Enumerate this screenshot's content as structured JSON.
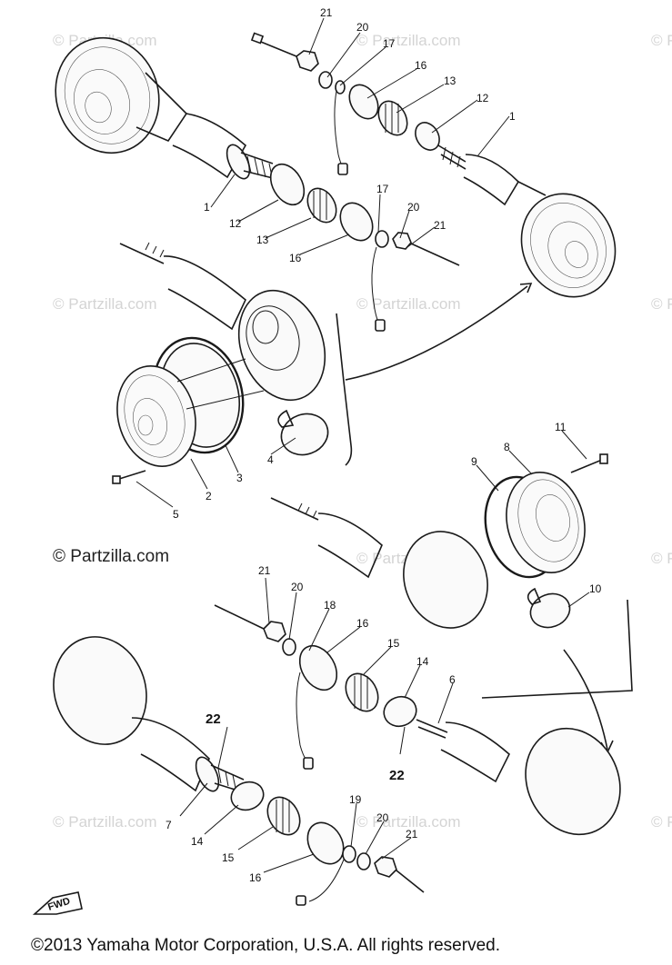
{
  "watermarks": [
    "© Partzilla.com"
  ],
  "watermark_main": "© Partzilla.com",
  "copyright": "©2013  Yamaha Motor Corporation, U.S.A. All rights reserved.",
  "fwd_label": "FWD",
  "callouts": {
    "c21a": "21",
    "c20a": "20",
    "c17a": "17",
    "c16a": "16",
    "c13a": "13",
    "c12a": "12",
    "c1a": "1",
    "c1b": "1",
    "c12b": "12",
    "c13b": "13",
    "c16b": "16",
    "c17b": "17",
    "c20b": "20",
    "c21b": "21",
    "c4": "4",
    "c3": "3",
    "c2": "2",
    "c5": "5",
    "c11": "11",
    "c8": "8",
    "c9": "9",
    "c10": "10",
    "c21c": "21",
    "c20c": "20",
    "c18": "18",
    "c16c": "16",
    "c15a": "15",
    "c14a": "14",
    "c6": "6",
    "c22a": "22",
    "c22b": "22",
    "c7": "7",
    "c14b": "14",
    "c15b": "15",
    "c16d": "16",
    "c19": "19",
    "c20d": "20",
    "c21d": "21"
  }
}
